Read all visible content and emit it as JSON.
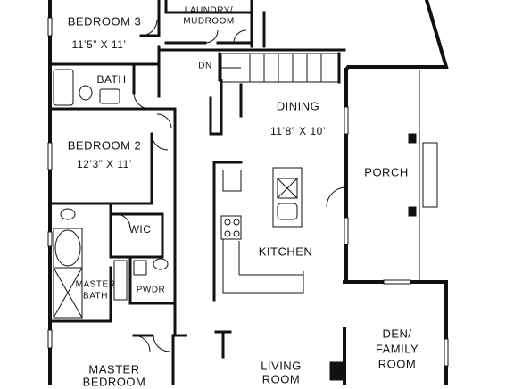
{
  "rooms": {
    "bedroom3": {
      "name": "BEDROOM 3",
      "size": "11’5” X 11’"
    },
    "laundry": {
      "line1": "LAUNDRY/",
      "line2": "MUDROOM"
    },
    "bath": {
      "name": "BATH"
    },
    "dn": {
      "name": "DN"
    },
    "dining": {
      "name": "DINING",
      "size": "11’8” X 10’"
    },
    "bedroom2": {
      "name": "BEDROOM 2",
      "size": "12’3” X 11’"
    },
    "porch": {
      "name": "PORCH"
    },
    "wic": {
      "name": "WIC"
    },
    "kitchen": {
      "name": "KITCHEN"
    },
    "master_bath": {
      "line1": "MASTER",
      "line2": "BATH"
    },
    "pwdr": {
      "name": "PWDR"
    },
    "den": {
      "line1": "DEN/",
      "line2": "FAMILY",
      "line3": "ROOM"
    },
    "master_bedroom": {
      "line1": "MASTER",
      "line2": "BEDROOM"
    },
    "living": {
      "line1": "LIVING",
      "line2": "ROOM"
    }
  }
}
